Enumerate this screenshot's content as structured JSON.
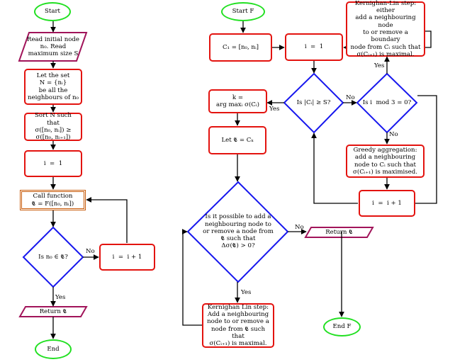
{
  "flowchart_main": {
    "start": "Start",
    "read_input": "Read initial node\nn₀. Read\nmaximum size S",
    "let_set": "Let the set\nN = {nᵢ}\nbe all the\nneighbours of n₀",
    "sort": "Sort N such that\nσ([n₀, nᵢ]) ≥\nσ([n₀, nᵢ₊₁])",
    "init_i": "i  =  1",
    "call_function": "Call function\n𝕮 = F([n₀, nᵢ])",
    "decision": "Is n₀ ∈ 𝕮?",
    "increment": "i  =  i + 1",
    "return": "Return 𝕮",
    "end": "End",
    "label_yes": "Yes",
    "label_no": "No"
  },
  "flowchart_f": {
    "start": "Start F",
    "init_c": "C₁ = [n₀, nᵢ]",
    "init_i": "i  =  1",
    "decision_size": "Is |Cᵢ| ≥ S?",
    "decision_mod": "Is i  mod 3 = 0?",
    "kl_step_top": "Kernighan-Lin step: either\nadd a neighbouring node\nto or remove a boundary\nnode from Cᵢ such that\nσ(Cᵢ₊₁) is maximal.",
    "greedy": "Greedy aggregation:\nadd a neighbouring\nnode to Cᵢ such that\nσ(Cᵢ₊₁) is maximised.",
    "increment": "i  =  i + 1",
    "argmax": "k  =\narg maxᵢ σ(Cᵢ)",
    "let_c": "Let 𝕮 = Cₖ",
    "decision_improve": "Is it possible to add a\nneighbouring node to\nor remove a node from\n𝕮 such that\nΔσ(𝕮) > 0?",
    "return": "Return 𝕮",
    "kl_step_bottom": "Kernighan Lin step:\nAdd a neighbouring\nnode to or remove a\nnode from 𝕮 such that\nσ(Cᵢ₊₁) is maximal.",
    "end": "End F",
    "label_yes": "Yes",
    "label_no": "No"
  },
  "colors": {
    "terminal": "#22e022",
    "process": "#e3130f",
    "decision": "#1717ee",
    "io": "#a1145a",
    "call": "#c85a08",
    "arrow": "#000000"
  }
}
